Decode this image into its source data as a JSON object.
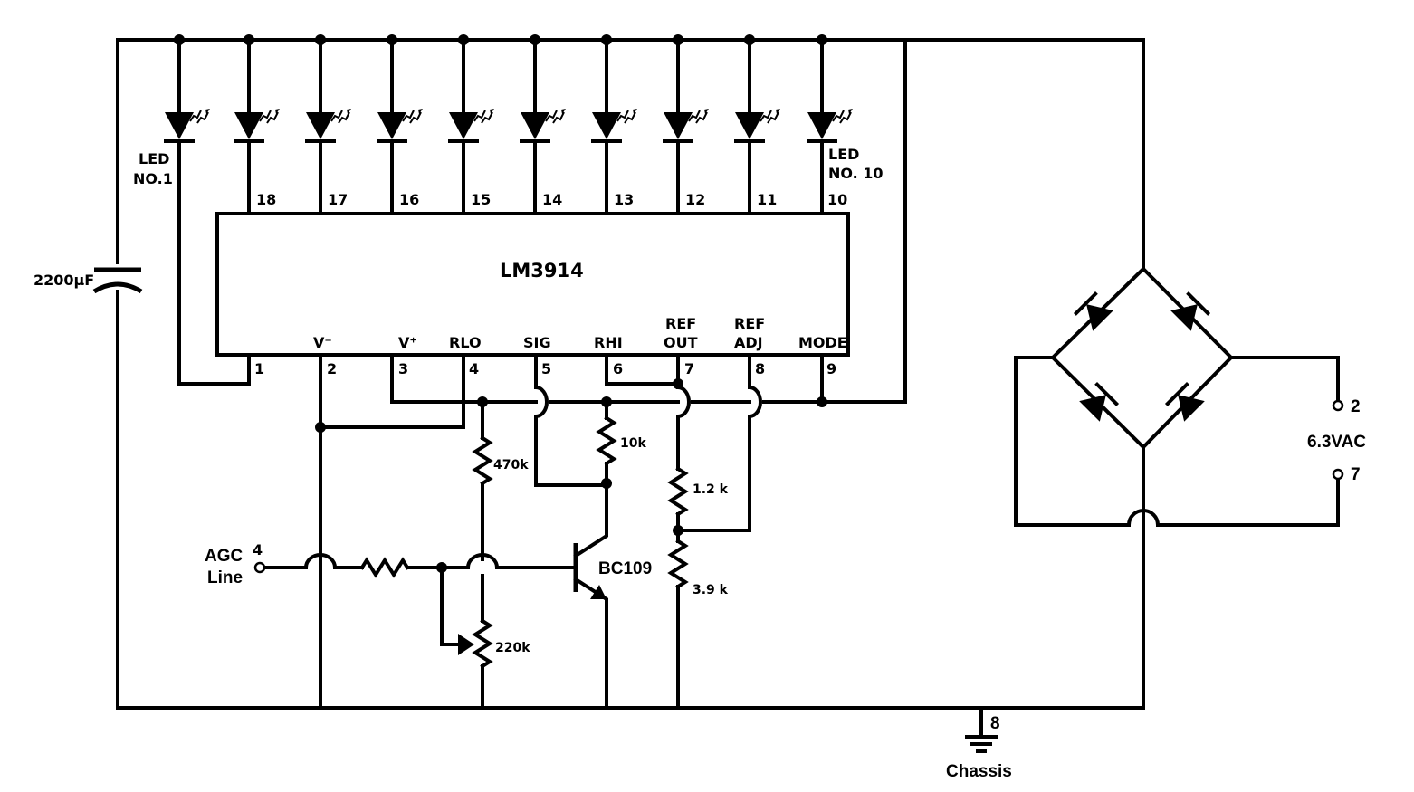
{
  "ic": {
    "name": "LM3914",
    "top_pins": [
      "18",
      "17",
      "16",
      "15",
      "14",
      "13",
      "12",
      "11",
      "10"
    ],
    "bottom_pins": [
      {
        "num": "1",
        "label": ""
      },
      {
        "num": "2",
        "label": "V⁻"
      },
      {
        "num": "3",
        "label": "V⁺"
      },
      {
        "num": "4",
        "label": "RLO"
      },
      {
        "num": "5",
        "label": "SIG"
      },
      {
        "num": "6",
        "label": "RHI"
      },
      {
        "num": "7",
        "label": "REF OUT"
      },
      {
        "num": "8",
        "label": "REF ADJ"
      },
      {
        "num": "9",
        "label": "MODE"
      }
    ]
  },
  "leds": {
    "first_label_line1": "LED",
    "first_label_line2": "NO.1",
    "last_label_line1": "LED",
    "last_label_line2": "NO. 10"
  },
  "components": {
    "capacitor": "2200µF",
    "r_470k": "470k",
    "r_10k": "10k",
    "r_1_2k": "1.2 k",
    "r_3_9k": "3.9 k",
    "pot_220k": "220k",
    "transistor": "BC109"
  },
  "terminals": {
    "agc_pin": "4",
    "agc_label_line1": "AGC",
    "agc_label_line2": "Line",
    "ac_pin_a": "2",
    "ac_pin_b": "7",
    "ac_label": "6.3VAC",
    "chassis_pin": "8",
    "chassis_label": "Chassis"
  }
}
